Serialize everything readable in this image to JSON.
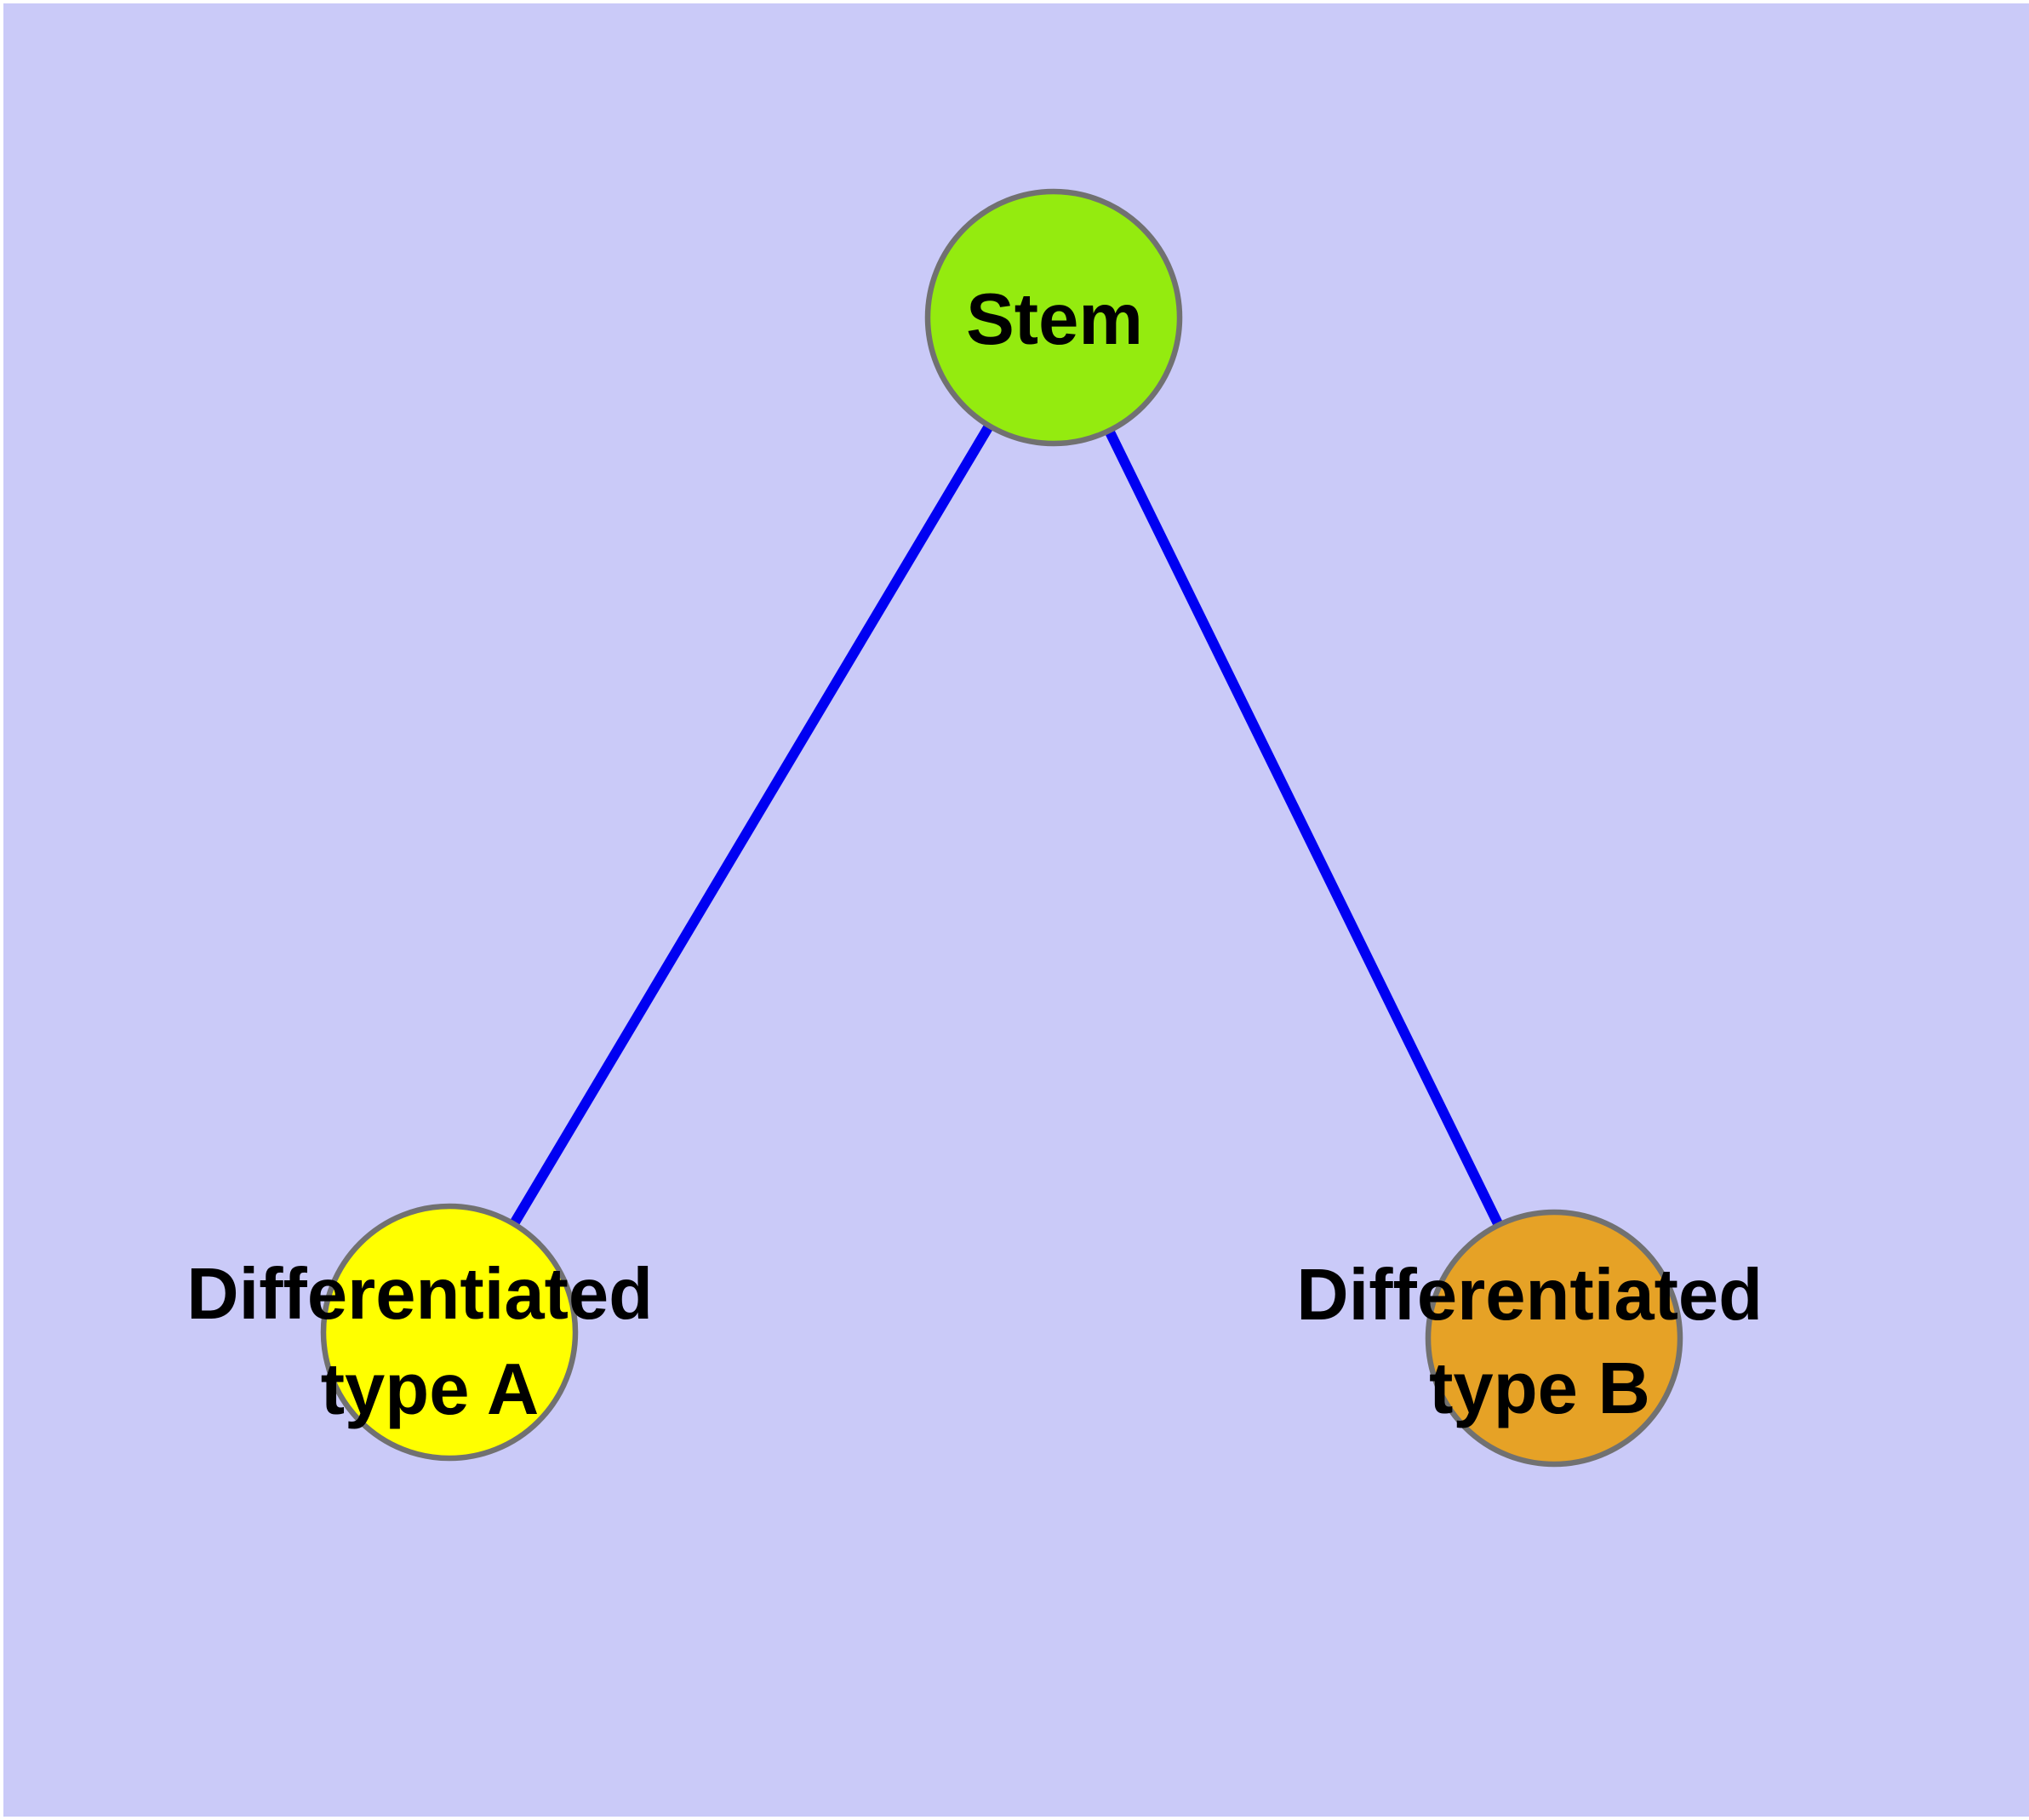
{
  "diagram": {
    "background_color": "#CACAF8",
    "label_color": "#000000",
    "edge_style": {
      "color": "#0000F2"
    },
    "node_border": {
      "color": "#717171"
    },
    "nodes": [
      {
        "id": "stem",
        "label": "Stem",
        "lines": [
          "Stem"
        ],
        "fill": "#94EB0F"
      },
      {
        "id": "differentiated-type-a",
        "label": "Differentiated type A",
        "lines": [
          "Differentiated",
          "type A"
        ],
        "fill": "#FFFF00"
      },
      {
        "id": "differentiated-type-b",
        "label": "Differentiated type B",
        "lines": [
          "Differentiated",
          "type B"
        ],
        "fill": "#E6A226"
      }
    ],
    "edges": [
      {
        "from": "stem",
        "to": "differentiated-type-a"
      },
      {
        "from": "stem",
        "to": "differentiated-type-b"
      }
    ]
  }
}
